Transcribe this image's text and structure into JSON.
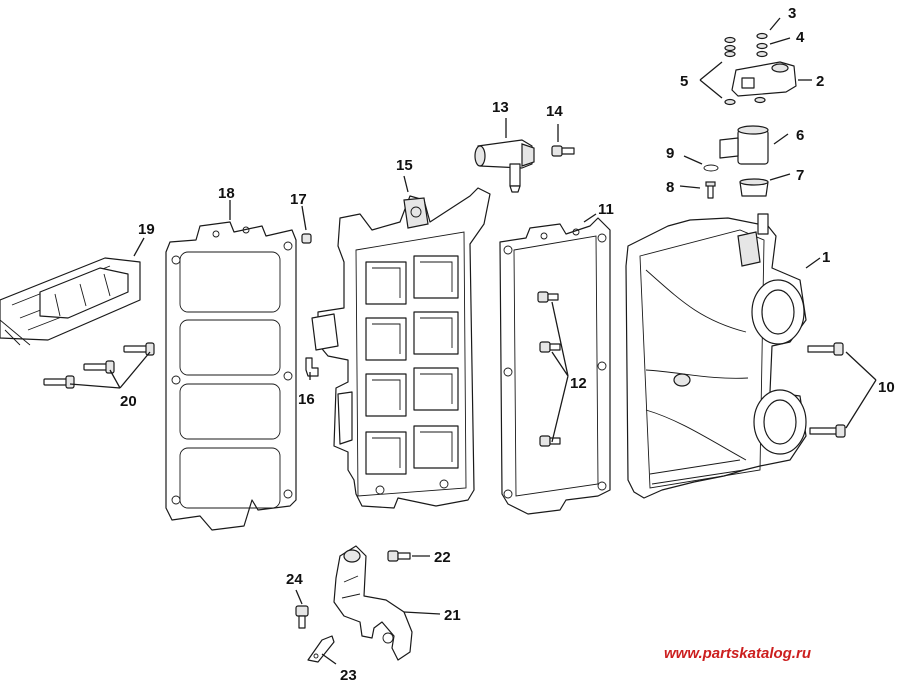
{
  "watermark": "www.partskatalog.ru",
  "callouts": {
    "c1": "1",
    "c2": "2",
    "c3": "3",
    "c4": "4",
    "c5": "5",
    "c6": "6",
    "c7": "7",
    "c8": "8",
    "c9": "9",
    "c10": "10",
    "c11": "11",
    "c12": "12",
    "c13": "13",
    "c14": "14",
    "c15": "15",
    "c16": "16",
    "c17": "17",
    "c18": "18",
    "c19": "19",
    "c20": "20",
    "c21": "21",
    "c22": "22",
    "c23": "23",
    "c24": "24"
  },
  "colors": {
    "line": "#1a1a1a",
    "watermark": "#cc1f1f",
    "background": "#ffffff"
  }
}
